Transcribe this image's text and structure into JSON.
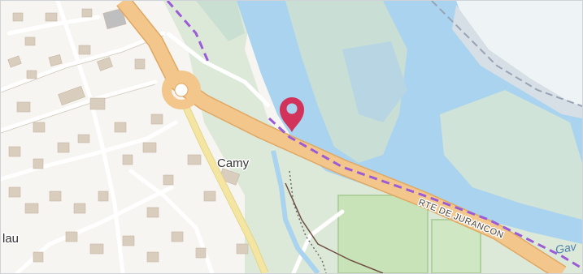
{
  "map": {
    "labels": {
      "place_camy": "Camy",
      "place_partial_left": "lau",
      "road_rte_jurancon": "RTE DE JURANCON",
      "water_partial_right": "Gav"
    },
    "marker": {
      "icon": "map-pin-icon",
      "color": "#d1335b"
    },
    "colors": {
      "water": "#a9d3ef",
      "land": "#f7f5f1",
      "vegetation": "#d8e8d4",
      "main_road": "#f3c68b",
      "secondary_road": "#f4e6a2",
      "boundary": "#9b5bd6",
      "buildings": "#d9cdbd"
    }
  }
}
